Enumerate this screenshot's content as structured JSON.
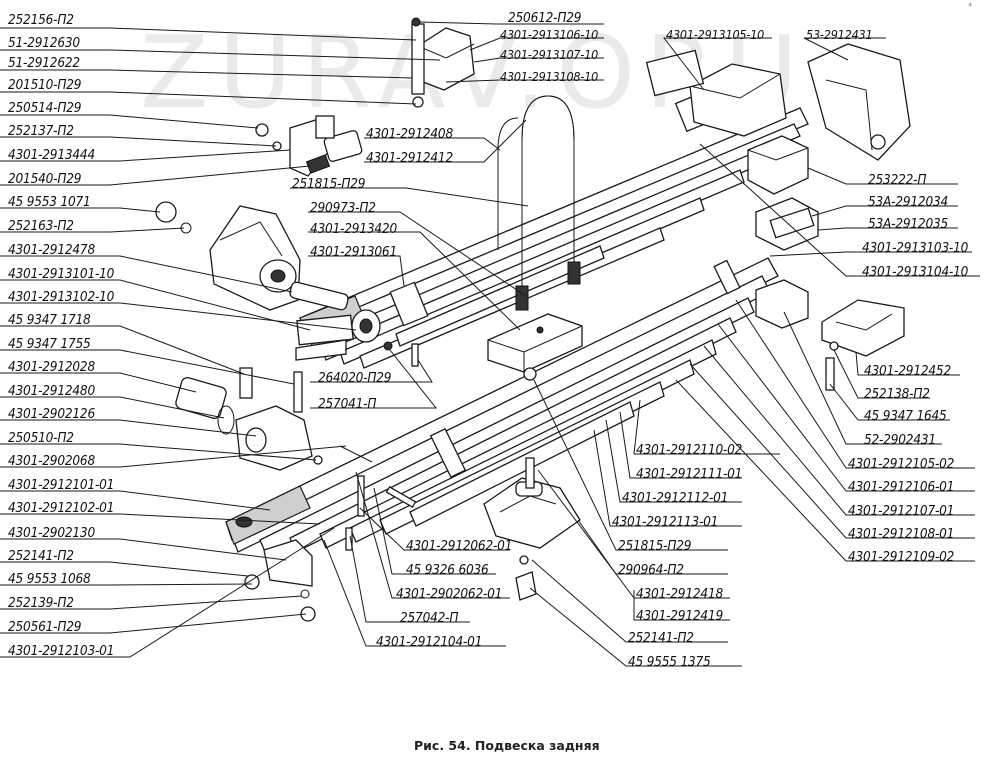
{
  "watermark": "ZURAV.ORU",
  "caption": "Рис. 54. Подвеска задняя",
  "corner_mark": "*",
  "labels": {
    "l1": "252156-П2",
    "l2": "51-2912630",
    "l3": "51-2912622",
    "l4": "201510-П29",
    "l5": "250514-П29",
    "l6": "252137-П2",
    "l7": "4301-2913444",
    "l8": "201540-П29",
    "l9": "45 9553 1071",
    "l10": "252163-П2",
    "l11": "4301-2912478",
    "l12": "4301-2913101-10",
    "l13": "4301-2913102-10",
    "l14": "45 9347 1718",
    "l15": "45 9347 1755",
    "l16": "4301-2912028",
    "l17": "4301-2912480",
    "l18": "4301-2902126",
    "l19": "250510-П2",
    "l20": "4301-2902068",
    "l21": "4301-2912101-01",
    "l22": "4301-2912102-01",
    "l23": "4301-2902130",
    "l24": "252141-П2",
    "l25": "45 9553 1068",
    "l26": "252139-П2",
    "l27": "250561-П29",
    "l28": "4301-2912103-01",
    "t1": "250612-П29",
    "t2": "4301-2913106-10",
    "t3": "4301-2913107-10",
    "t4": "4301-2913108-10",
    "t5": "4301-2913105-10",
    "t6": "53-2912431",
    "m1": "4301-2912408",
    "m2": "4301-2912412",
    "m3": "251815-П29",
    "m4": "290973-П2",
    "m5": "4301-2913420",
    "m6": "4301-2913061",
    "m7": "264020-П29",
    "m8": "257041-П",
    "r1": "253222-П",
    "r2": "53А-2912034",
    "r3": "53А-2912035",
    "r4": "4301-2913103-10",
    "r5": "4301-2913104-10",
    "r6": "4301-2912452",
    "r7": "252138-П2",
    "r8": "45 9347 1645",
    "r9": "52-2902431",
    "r10": "4301-2912105-02",
    "r11": "4301-2912106-01",
    "r12": "4301-2912107-01",
    "r13": "4301-2912108-01",
    "r14": "4301-2912109-02",
    "b1": "4301-2912110-02",
    "b2": "4301-2912111-01",
    "b3": "4301-2912112-01",
    "b4": "4301-2912113-01",
    "b5": "251815-П29",
    "b6": "290964-П2",
    "b7": "4301-2912418",
    "b8": "4301-2912419",
    "b9": "252141-П2",
    "b10": "45 9555 1375",
    "c1": "4301-2912062-01",
    "c2": "45 9326 6036",
    "c3": "4301-2902062-01",
    "c4": "257042-П",
    "c5": "4301-2912104-01"
  }
}
